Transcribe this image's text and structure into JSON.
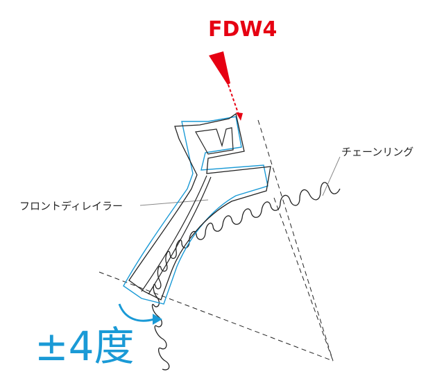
{
  "title": "FDW4",
  "labels": {
    "chainring": "チェーンリング",
    "front_derailleur": "フロントディレイラー",
    "angle": "±4度"
  },
  "colors": {
    "title": "#e60012",
    "angle": "#1a9ad6",
    "outline_blue": "#1a9ad6",
    "outline_black": "#222222"
  }
}
